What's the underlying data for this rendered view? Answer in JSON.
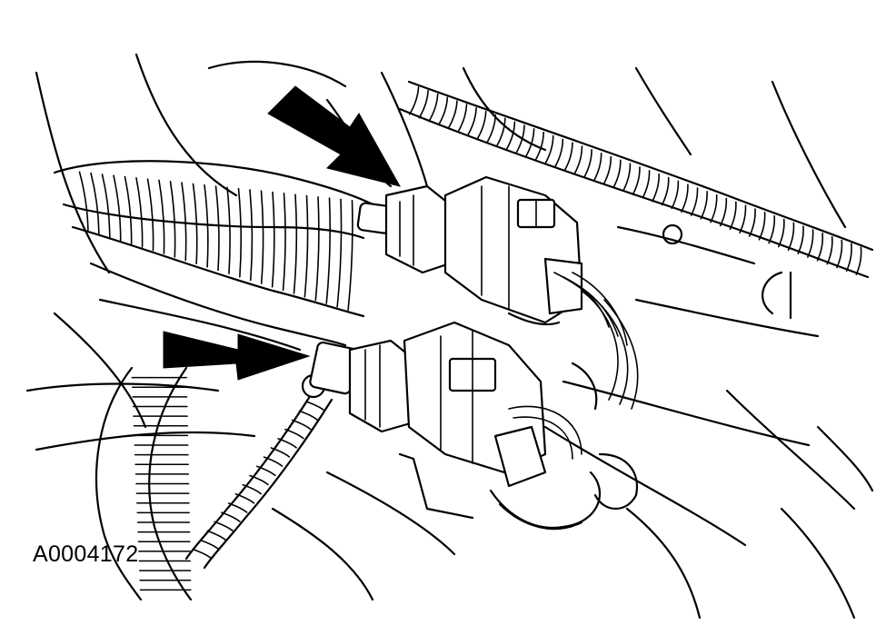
{
  "figure": {
    "id_label": "A0004172"
  },
  "colors": {
    "ink": "#000000",
    "paper": "#ffffff"
  },
  "parts": {
    "upper_connector": "upper-electrical-connector",
    "lower_connector": "lower-electrical-connector",
    "upper_arrow": "upper-callout-arrow",
    "lower_arrow": "lower-callout-arrow"
  }
}
